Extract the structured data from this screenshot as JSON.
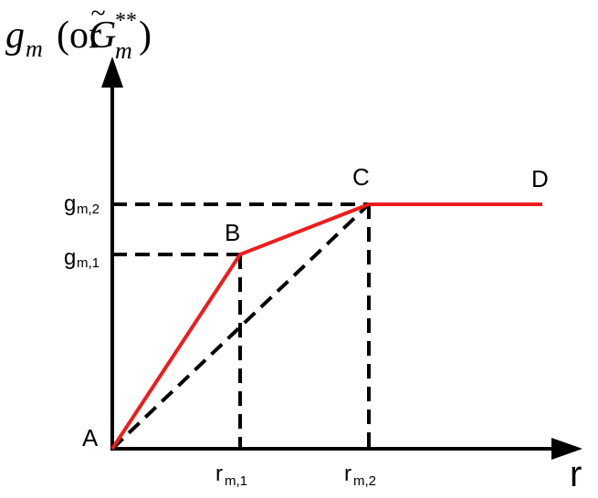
{
  "y_axis_label": {
    "symbol": "g",
    "symbol_sub": "m",
    "paren_open": "(or ",
    "alt_symbol": "G",
    "alt_tilde": "~",
    "alt_sup": "**",
    "alt_sub": "m",
    "paren_close": ")"
  },
  "x_axis_label": "r",
  "points": {
    "A": "A",
    "B": "B",
    "C": "C",
    "D": "D"
  },
  "y_ticks": {
    "g1_main": "g",
    "g1_sub": "m,1",
    "g2_main": "g",
    "g2_sub": "m,2"
  },
  "x_ticks": {
    "r1_main": "r",
    "r1_sub": "m,1",
    "r2_main": "r",
    "r2_sub": "m,2"
  },
  "colors": {
    "curve": "#ee1c1c",
    "axes": "#000000",
    "dashed": "#000000"
  }
}
